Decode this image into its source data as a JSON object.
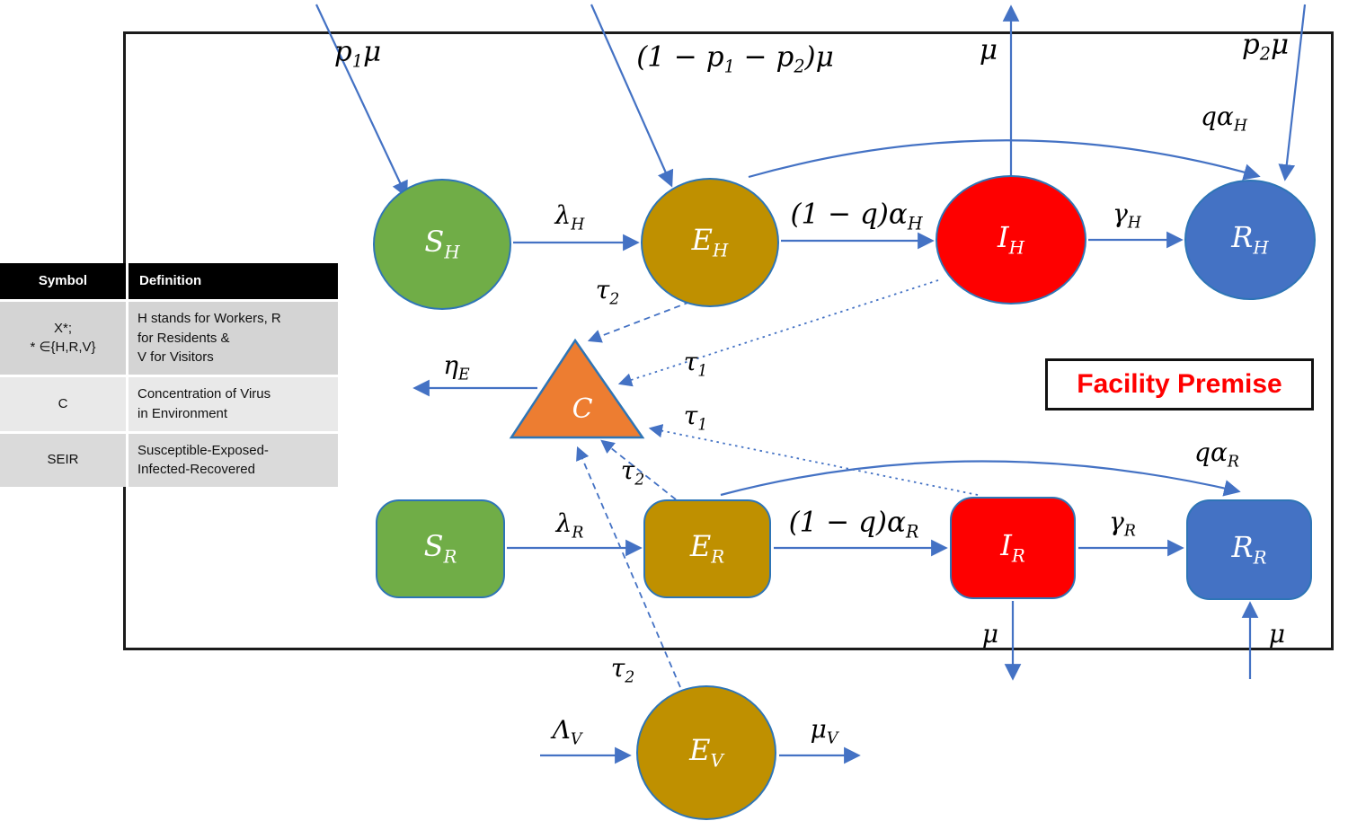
{
  "colors": {
    "green": "#70AD47",
    "gold": "#BF9000",
    "red": "#FE0000",
    "blue": "#4472C4",
    "orange": "#ED7D31",
    "arrow_blue": "#4472C4",
    "node_border_blue": "#2E75B6",
    "facility_text_red": "#FF0000"
  },
  "facility": {
    "label": "Facility Premise"
  },
  "nodes": {
    "sh": [
      {
        "t": "S"
      },
      {
        "t": "H",
        "s": 1
      }
    ],
    "eh": [
      {
        "t": "E"
      },
      {
        "t": "H",
        "s": 1
      }
    ],
    "ih": [
      {
        "t": "I"
      },
      {
        "t": "H",
        "s": 1
      }
    ],
    "rh": [
      {
        "t": "R"
      },
      {
        "t": "H",
        "s": 1
      }
    ],
    "sr": [
      {
        "t": "S"
      },
      {
        "t": "R",
        "s": 1
      }
    ],
    "er": [
      {
        "t": "E"
      },
      {
        "t": "R",
        "s": 1
      }
    ],
    "ir": [
      {
        "t": "I"
      },
      {
        "t": "R",
        "s": 1
      }
    ],
    "rr": [
      {
        "t": "R"
      },
      {
        "t": "R",
        "s": 1
      }
    ],
    "ev": [
      {
        "t": "E"
      },
      {
        "t": "V",
        "s": 1
      }
    ],
    "c": [
      {
        "t": "C"
      }
    ]
  },
  "labels": {
    "p1mu": [
      {
        "t": "p"
      },
      {
        "t": "1",
        "s": 1
      },
      {
        "t": "μ"
      }
    ],
    "birth_eh": [
      {
        "t": "(1 − p"
      },
      {
        "t": "1",
        "s": 1
      },
      {
        "t": " − p"
      },
      {
        "t": "2",
        "s": 1
      },
      {
        "t": ")μ"
      }
    ],
    "mu_ih_out": [
      {
        "t": "μ"
      }
    ],
    "p2mu": [
      {
        "t": "p"
      },
      {
        "t": "2",
        "s": 1
      },
      {
        "t": "μ"
      }
    ],
    "lambda_h": [
      {
        "t": "λ"
      },
      {
        "t": "H",
        "s": 1
      }
    ],
    "inc_h": [
      {
        "t": "(1 − q)α"
      },
      {
        "t": "H",
        "s": 1
      }
    ],
    "gamma_h": [
      {
        "t": "γ"
      },
      {
        "t": "H",
        "s": 1
      }
    ],
    "q_alpha_h": [
      {
        "t": "qα"
      },
      {
        "t": "H",
        "s": 1
      }
    ],
    "eta_e": [
      {
        "t": "η"
      },
      {
        "t": "E",
        "s": 1
      }
    ],
    "tau2_eh": [
      {
        "t": "τ"
      },
      {
        "t": "2",
        "s": 1
      }
    ],
    "tau1_ih": [
      {
        "t": "τ"
      },
      {
        "t": "1",
        "s": 1
      }
    ],
    "tau1_ir": [
      {
        "t": "τ"
      },
      {
        "t": "1",
        "s": 1
      }
    ],
    "tau2_er": [
      {
        "t": "τ"
      },
      {
        "t": "2",
        "s": 1
      }
    ],
    "tau2_ev": [
      {
        "t": "τ"
      },
      {
        "t": "2",
        "s": 1
      }
    ],
    "lambda_r": [
      {
        "t": "λ"
      },
      {
        "t": "R",
        "s": 1
      }
    ],
    "inc_r": [
      {
        "t": "(1 − q)α"
      },
      {
        "t": "R",
        "s": 1
      }
    ],
    "gamma_r": [
      {
        "t": "γ"
      },
      {
        "t": "R",
        "s": 1
      }
    ],
    "q_alpha_r": [
      {
        "t": "qα"
      },
      {
        "t": "R",
        "s": 1
      }
    ],
    "mu_ir_out": [
      {
        "t": "μ"
      }
    ],
    "mu_rr_in": [
      {
        "t": "μ"
      }
    ],
    "lambda_v": [
      {
        "t": "Λ"
      },
      {
        "t": "V",
        "s": 1
      }
    ],
    "mu_v": [
      {
        "t": "μ"
      },
      {
        "t": "V",
        "s": 1
      }
    ]
  },
  "table": {
    "headers": [
      "Symbol",
      "Definition"
    ],
    "rows": [
      {
        "symbol": "X*;\n* ∈{H,R,V}",
        "definition": "H stands for Workers, R\nfor Residents &\nV for Visitors"
      },
      {
        "symbol": "C",
        "definition": "Concentration of Virus\nin Environment"
      },
      {
        "symbol": "SEIR",
        "definition": "Susceptible-Exposed-\nInfected-Recovered"
      }
    ]
  }
}
